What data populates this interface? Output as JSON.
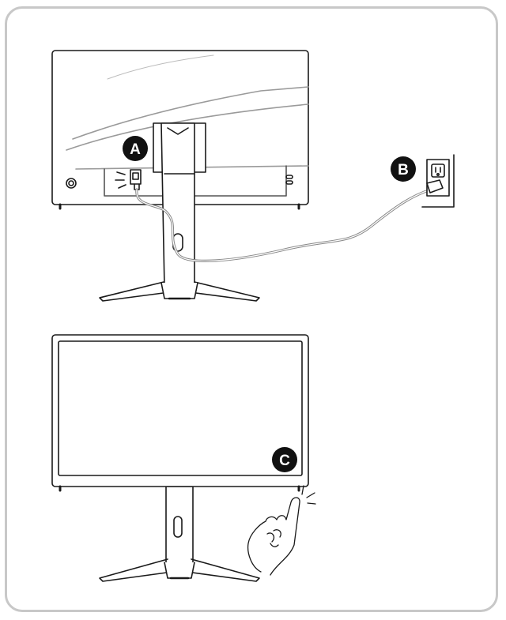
{
  "callouts": {
    "a": {
      "label": "A"
    },
    "b": {
      "label": "B"
    },
    "c": {
      "label": "C"
    }
  },
  "colors": {
    "outline": "#1a1a1a",
    "cable": "#888888",
    "frame": "#c8c8c8",
    "badge": "#111111"
  }
}
